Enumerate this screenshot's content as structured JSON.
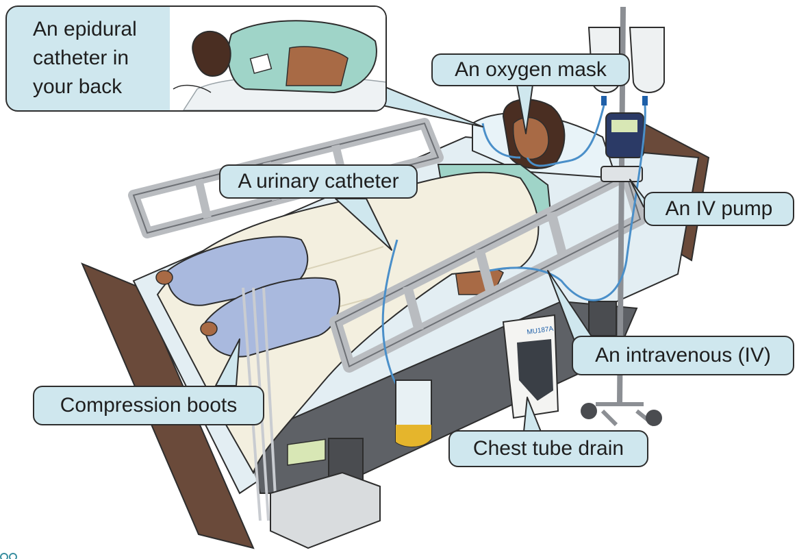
{
  "callouts": {
    "epidural": "An epidural\ncatheter in\nyour back",
    "oxygen_mask": "An oxygen mask",
    "urinary_catheter": "A urinary catheter",
    "iv_pump": "An IV pump",
    "intravenous": "An intravenous (IV)",
    "compression_boots": "Compression boots",
    "chest_tube": "Chest tube drain"
  },
  "device_labels": {
    "chest_drain_brand": "MU187A"
  },
  "colors": {
    "callout_fill": "#cfe7ee",
    "callout_stroke": "#2d2d2d",
    "tubing": "#4a8fc9",
    "boot": "#a9b9de",
    "gown": "#9fd4c8",
    "sheet": "#f3efdf",
    "bed_rail": "#b9bcc0",
    "headboard": "#6a4a3a",
    "urine": "#e5b52c"
  }
}
